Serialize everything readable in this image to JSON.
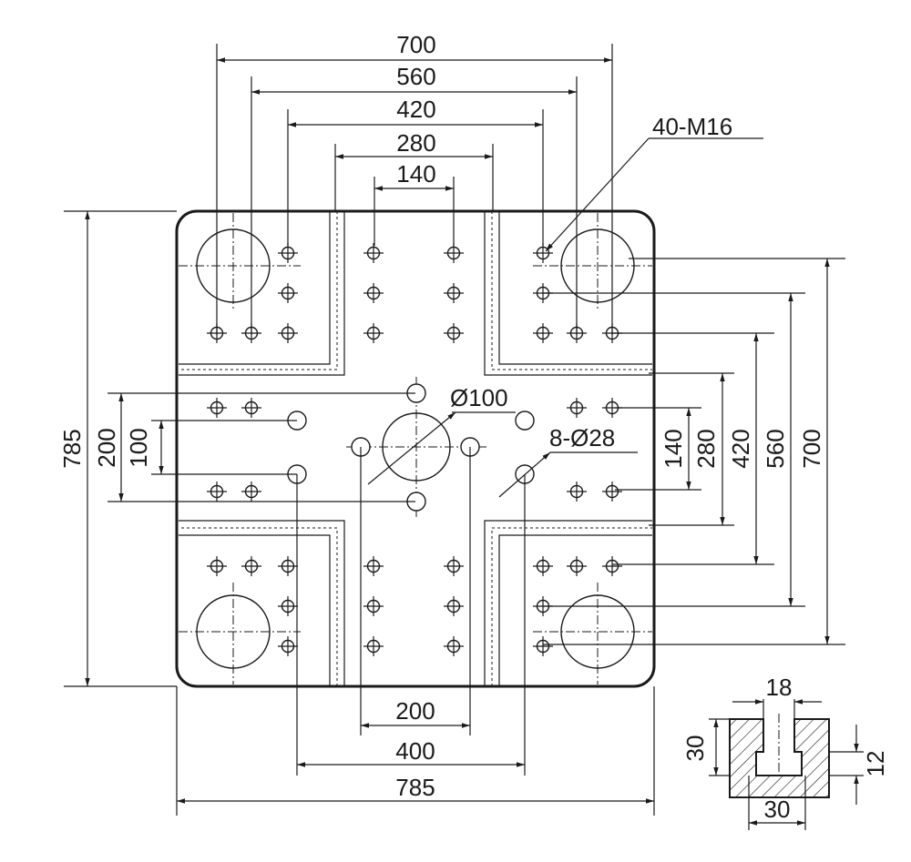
{
  "dimensions": {
    "top_700": "700",
    "top_560": "560",
    "top_420": "420",
    "top_280": "280",
    "top_140": "140",
    "bottom_200": "200",
    "bottom_400": "400",
    "bottom_785": "785",
    "left_785": "785",
    "left_200": "200",
    "left_100": "100",
    "right_140": "140",
    "right_280": "280",
    "right_420": "420",
    "right_560": "560",
    "right_700": "700"
  },
  "callouts": {
    "thread_holes": "40-M16",
    "center_bore": "Ø100",
    "ejector_holes": "8-Ø28"
  },
  "tslot": {
    "width_top": "18",
    "width_bottom": "30",
    "height": "30",
    "depth": "12"
  }
}
